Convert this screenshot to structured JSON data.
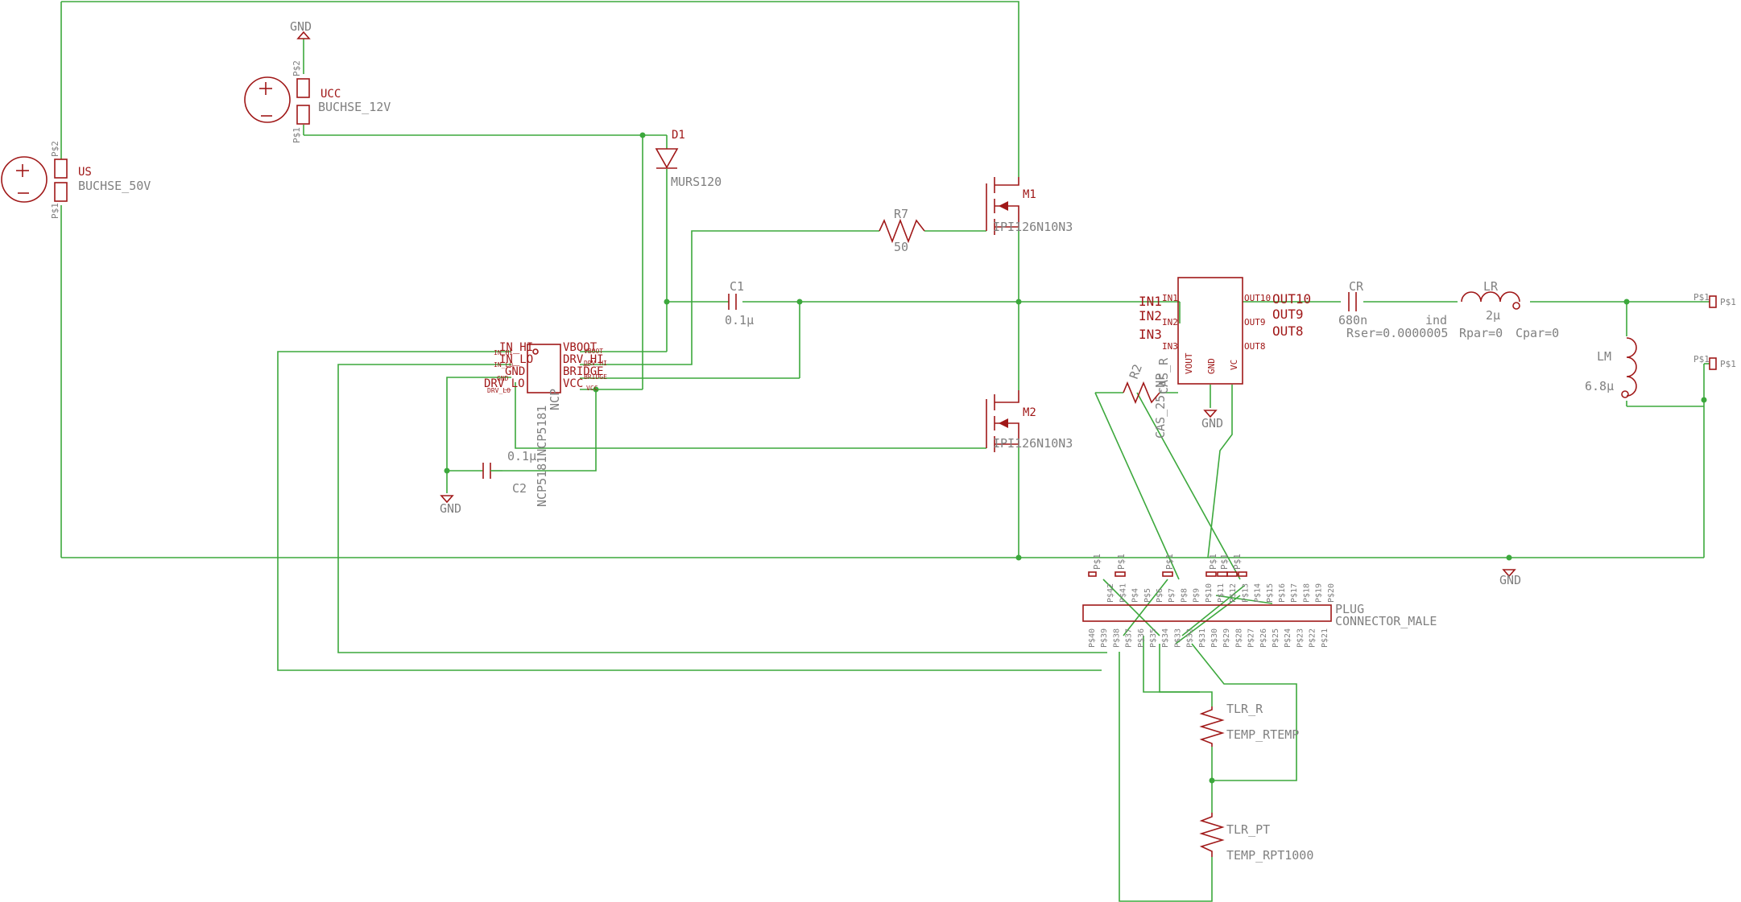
{
  "parts": {
    "us": {
      "name": "US",
      "value": "BUCHSE_50V",
      "pin_top": "P$2",
      "pin_bot": "P$1"
    },
    "ucc": {
      "name": "UCC",
      "value": "BUCHSE_12V",
      "pin_top": "P$2",
      "pin_bot": "P$1"
    },
    "d1": {
      "name": "D1",
      "value": "MURS120"
    },
    "r7": {
      "name": "R7",
      "value": "50"
    },
    "m1": {
      "name": "M1",
      "value": "IPI126N10N3"
    },
    "m2": {
      "name": "M2",
      "value": "IPI126N10N3"
    },
    "c1": {
      "name": "C1",
      "value": "0.1μ"
    },
    "c2": {
      "name": "C2",
      "value": "0.1μ"
    },
    "ic": {
      "name": "NCP5181NCP5181",
      "value": "NCP",
      "pins_left": [
        "IN_HI",
        "IN_LO",
        "GND",
        "DRV_LO"
      ],
      "pins_right": [
        "VBOOT",
        "DRV_HI",
        "BRIDGE",
        "VCC"
      ],
      "tiny_left": [
        "IN_HI",
        "IN_LO",
        "GND",
        "DRV_LO"
      ],
      "tiny_right": [
        "VBOOT",
        "DRV_HI",
        "BRIDGE",
        "VCC"
      ]
    },
    "cas": {
      "name": "CAS_R",
      "value": "CAS_25-NP",
      "pins_left": [
        "IN1",
        "IN2",
        "IN3"
      ],
      "pins_right": [
        "OUT10",
        "OUT9",
        "OUT8"
      ],
      "pins_bottom": [
        "VOUT",
        "GND",
        "VC"
      ],
      "net_left": [
        "IN1",
        "IN2",
        "IN3"
      ],
      "net_right": [
        "OUT10",
        "OUT9",
        "OUT8"
      ]
    },
    "r2": {
      "name": "R2"
    },
    "cr": {
      "name": "CR",
      "value": "680n"
    },
    "lr": {
      "name": "LR",
      "value": "2μ",
      "ind": "ind",
      "rser": "Rser=0.0000005",
      "rpar": "Rpar=0",
      "cpar": "Cpar=0"
    },
    "lm": {
      "name": "LM",
      "value": "6.8μ"
    },
    "out1": {
      "pin": "P$1",
      "label": "P$1"
    },
    "out2": {
      "pin": "P$1",
      "label": "P$1"
    },
    "plug": {
      "name": "PLUG",
      "value": "CONNECTOR_MALE",
      "top_pins": [
        "P$42",
        "P$41",
        "P$4",
        "P$5",
        "P$6",
        "P$7",
        "P$8",
        "P$9",
        "P$10",
        "P$11",
        "P$12",
        "P$13",
        "P$14",
        "P$15",
        "P$16",
        "P$17",
        "P$18",
        "P$19",
        "P$20"
      ],
      "bottom_pins": [
        "P$40",
        "P$39",
        "P$38",
        "P$37",
        "P$36",
        "P$35",
        "P$34",
        "P$33",
        "P$32",
        "P$31",
        "P$30",
        "P$29",
        "P$28",
        "P$27",
        "P$26",
        "P$25",
        "P$24",
        "P$23",
        "P$22",
        "P$21"
      ],
      "small_pin_label": "P$1"
    },
    "tlr_r": {
      "name": "TLR_R",
      "value": "TEMP_RTEMP"
    },
    "tlr_pt": {
      "name": "TLR_PT",
      "value": "TEMP_RPT1000"
    }
  },
  "gnd_label": "GND",
  "colors": {
    "wire": "#3ca83c",
    "symbol": "#a01818",
    "text": "#808080"
  }
}
